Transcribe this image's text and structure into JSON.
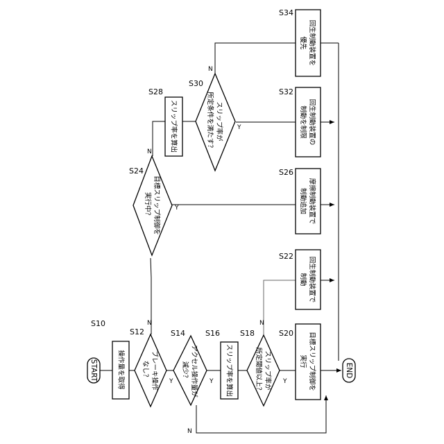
{
  "flowchart": {
    "terminals": {
      "start": "START",
      "end": "END"
    },
    "steps": {
      "s10": {
        "id": "S10",
        "text": "操作量を取得"
      },
      "s12": {
        "id": "S12",
        "line1": "ブレーキ操作",
        "line2": "なし？"
      },
      "s14": {
        "id": "S14",
        "line1": "アクセル操作量が",
        "line2": "減少？"
      },
      "s16": {
        "id": "S16",
        "text": "スリップ率を算出"
      },
      "s18": {
        "id": "S18",
        "line1": "スリップ率が",
        "line2": "所定閾値以上？"
      },
      "s20": {
        "id": "S20",
        "line1": "目標スリップ制御を",
        "line2": "実行"
      },
      "s22": {
        "id": "S22",
        "line1": "回生制動装置で",
        "line2": "制動"
      },
      "s24": {
        "id": "S24",
        "line1": "目標スリップ制御を",
        "line2": "実行中？"
      },
      "s26": {
        "id": "S26",
        "line1": "摩擦制動装置で",
        "line2": "制動追加"
      },
      "s28": {
        "id": "S28",
        "text": "スリップ率を算出"
      },
      "s30": {
        "id": "S30",
        "line1": "スリップ率が",
        "line2": "所定条件を満たす？"
      },
      "s32": {
        "id": "S32",
        "line1": "回生制動装置の",
        "line2": "制動を制限"
      },
      "s34": {
        "id": "S34",
        "line1": "回生制動装置を",
        "line2": "優先"
      }
    },
    "branch_labels": {
      "yes": "Y",
      "no": "N"
    }
  }
}
